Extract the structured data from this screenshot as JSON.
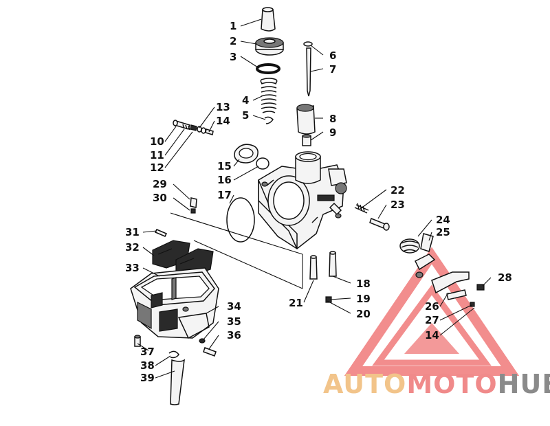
{
  "callouts": [
    "1",
    "2",
    "3",
    "4",
    "5",
    "6",
    "7",
    "8",
    "9",
    "10",
    "11",
    "12",
    "13",
    "14",
    "15",
    "16",
    "17",
    "18",
    "19",
    "20",
    "21",
    "22",
    "23",
    "24",
    "25",
    "26",
    "27",
    "14",
    "28",
    "29",
    "30",
    "31",
    "32",
    "33",
    "34",
    "35",
    "36",
    "37",
    "38",
    "39"
  ],
  "watermark": {
    "part1": "AUTO",
    "part2": "MOTO",
    "part3": "HUB",
    "color_auto": "#f2c48a",
    "color_moto": "#f08a8a",
    "color_hub": "#8a8a8a",
    "triangle_color": "#f07a7a"
  }
}
